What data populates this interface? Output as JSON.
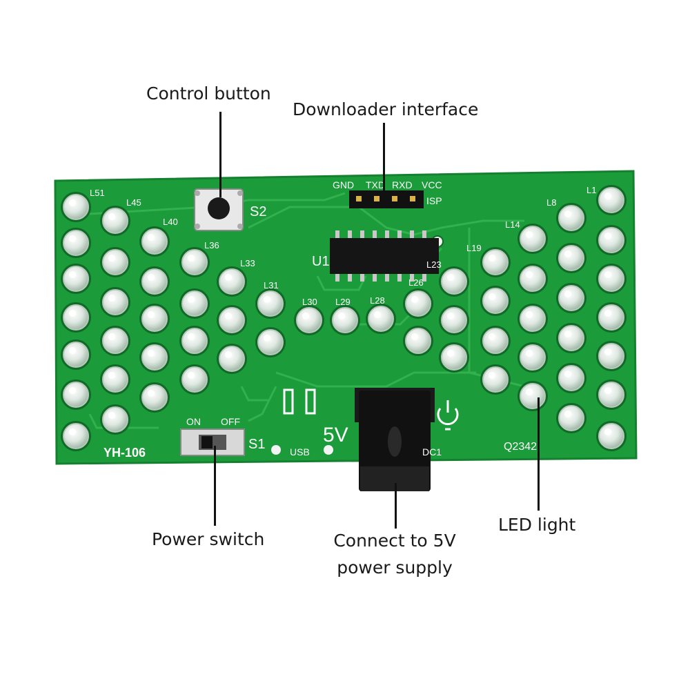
{
  "callouts": {
    "control_button": "Control button",
    "downloader_interface": "Downloader interface",
    "power_switch": "Power switch",
    "power_supply_line1": "Connect to 5V",
    "power_supply_line2": "power supply",
    "led_light": "LED light"
  },
  "board": {
    "model": "YH-106",
    "batch_code": "Q2342",
    "switch_ref": "S1",
    "switch_on": "ON",
    "switch_off": "OFF",
    "button_ref": "S2",
    "chip_ref": "U1",
    "usb_label": "USB",
    "voltage_label": "5V",
    "jack_ref": "DC1",
    "isp_label": "ISP",
    "header_pins": [
      "GND",
      "TXD",
      "RXD",
      "VCC"
    ],
    "led_labels": [
      "L51",
      "L45",
      "L40",
      "L36",
      "L33",
      "L31",
      "L30",
      "L29",
      "L28",
      "L26",
      "L23",
      "L19",
      "L14",
      "L8",
      "L1"
    ]
  },
  "colors": {
    "pcb": "#1c9b3a",
    "pcb_edge": "#15802f",
    "trace": "#36b552",
    "led": "#eef2ee",
    "jack": "#111111"
  }
}
